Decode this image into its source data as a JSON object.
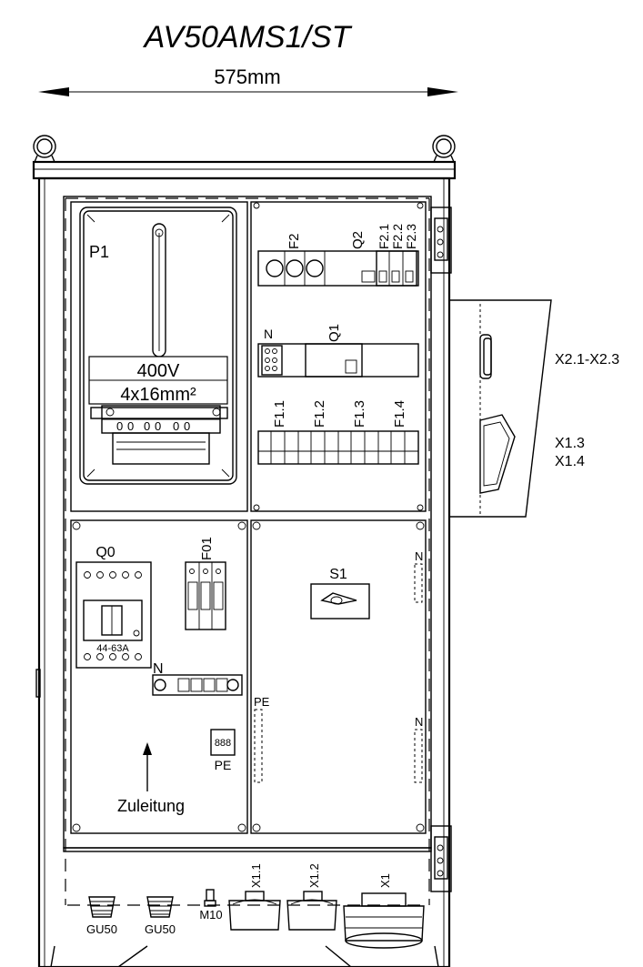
{
  "title": "AV50AMS1/ST",
  "width_label": "575mm",
  "meter": {
    "name": "P1",
    "voltage": "400V",
    "cable": "4x16mm²",
    "digits": [
      "0",
      "0",
      "0",
      "0",
      "0",
      "0"
    ]
  },
  "top_right": {
    "f2": "F2",
    "q2": "Q2",
    "f21": "F2.1",
    "f22": "F2.2",
    "f23": "F2.3",
    "n": "N",
    "q1": "Q1",
    "f11": "F1.1",
    "f12": "F1.2",
    "f13": "F1.3",
    "f14": "F1.4"
  },
  "bottom_left": {
    "q0": "Q0",
    "f01": "F01",
    "rating": "44-63A",
    "n": "N",
    "pe": "PE",
    "pe_digits": "888",
    "supply": "Zuleitung"
  },
  "bottom_right": {
    "s1": "S1",
    "n_top": "N",
    "n_bottom": "N",
    "pe": "PE"
  },
  "socket_labels": {
    "upper": "X2.1-X2.3",
    "lower_1": "X1.3",
    "lower_2": "X1.4"
  },
  "base": {
    "gu1": "GU50",
    "gu2": "GU50",
    "m10": "M10",
    "x11": "X1.1",
    "x12": "X1.2",
    "x1": "X1"
  }
}
